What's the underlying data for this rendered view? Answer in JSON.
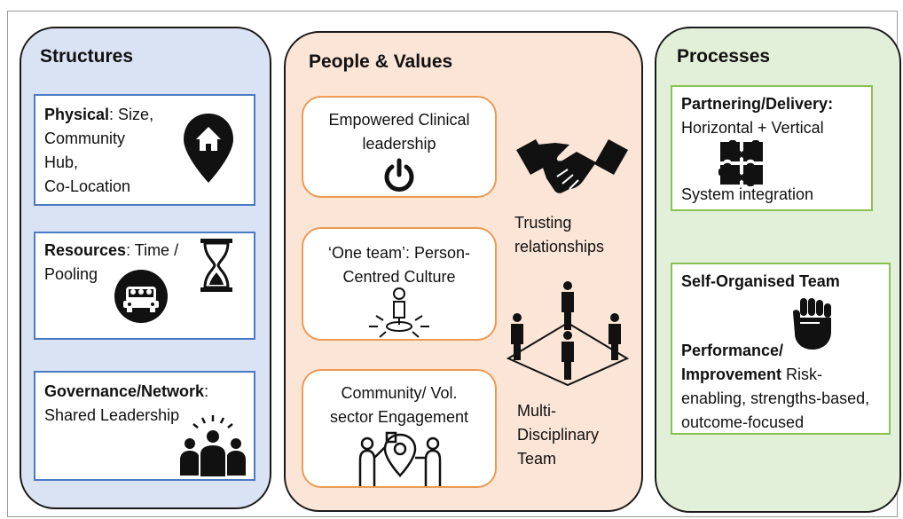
{
  "structures": {
    "title": "Structures",
    "physical": {
      "label": "Physical",
      "text_lines": [
        ": Size,",
        "Community",
        "Hub,",
        "Co-Location"
      ]
    },
    "resources": {
      "label": "Resources",
      "text_lines": [
        ": Time /",
        "Pooling"
      ]
    },
    "governance": {
      "label": "Governance/Network",
      "text_lines": [
        ":",
        "Shared Leadership"
      ]
    }
  },
  "people_values": {
    "title": "People & Values",
    "empowered": {
      "lines": [
        "Empowered Clinical",
        "leadership"
      ]
    },
    "one_team": {
      "lines": [
        "‘One team’: Person-",
        "Centred Culture"
      ]
    },
    "community": {
      "lines": [
        "Community/ Vol.",
        "sector Engagement"
      ]
    },
    "trusting": {
      "lines": [
        "Trusting",
        "relationships"
      ]
    },
    "multidisciplinary": {
      "lines": [
        "Multi-",
        "Disciplinary",
        "Team"
      ]
    }
  },
  "processes": {
    "title": "Processes",
    "partnering": {
      "heading": "Partnering/Delivery:",
      "line2": "Horizontal + Vertical",
      "line3": "System integration"
    },
    "self_org": {
      "heading": "Self-Organised Team",
      "perf_lines": [
        "Performance/",
        "Improvement"
      ],
      "perf_tail": " Risk-",
      "lines": [
        "enabling, strengths-based,",
        "outcome-focused"
      ]
    }
  },
  "colors": {
    "structures_fill": "#dae3f3",
    "people_fill": "#fbe5d6",
    "processes_fill": "#e2f0d9",
    "blue_border": "#4a7ac3",
    "orange_border": "#ed9a52",
    "green_border": "#8cc152"
  },
  "icons": [
    "home-location-pin-icon",
    "hourglass-icon",
    "car-pooling-icon",
    "crowd-leader-icon",
    "power-icon",
    "handshake-icon",
    "person-centred-icon",
    "people-network-icon",
    "community-engagement-icon",
    "puzzle-icon",
    "fist-icon"
  ]
}
